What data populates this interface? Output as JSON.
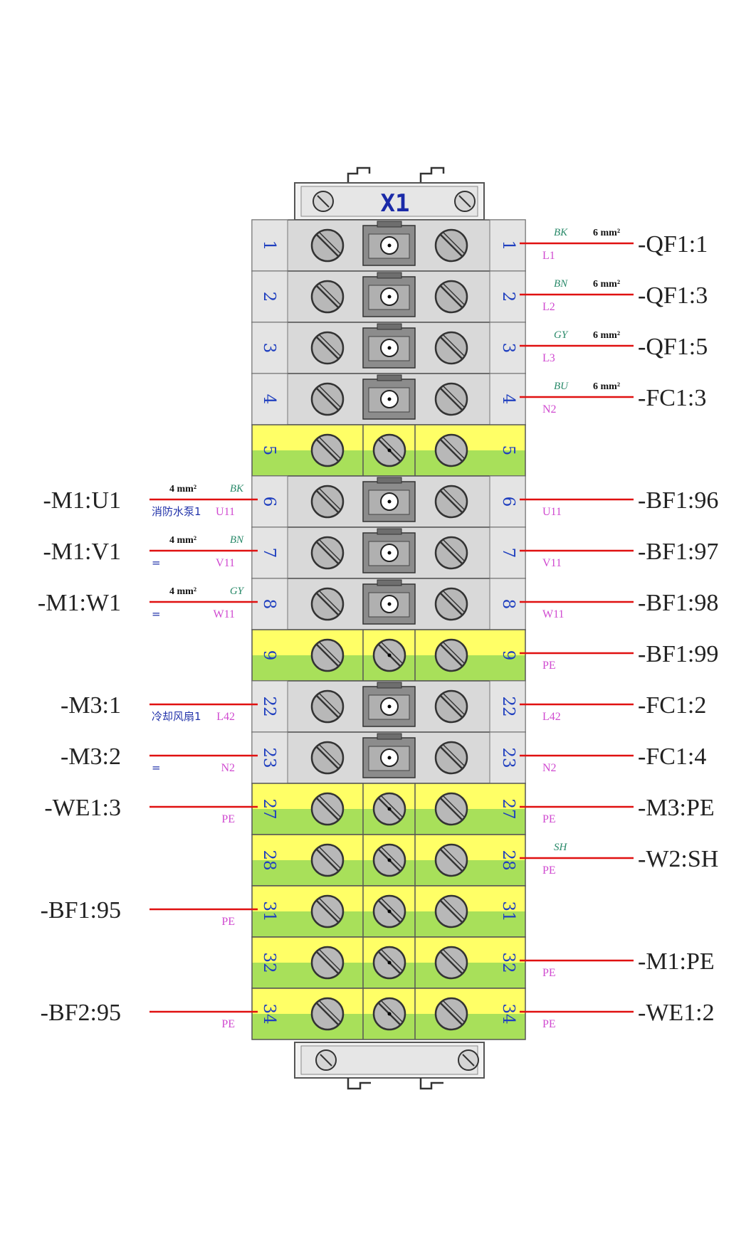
{
  "title": "X1",
  "colors": {
    "wire": "#e01010",
    "grey_block": "#d9d9d9",
    "pe_yellow": "#ffff66",
    "pe_green": "#a8e05a",
    "terminal_number": "#1f3fbf",
    "signal_label": "#d04ad0",
    "wire_color_label": "#2a8a6a",
    "description_label": "#2233aa"
  },
  "terminals": [
    {
      "num": "1",
      "type": "std",
      "right": {
        "ref": "-QF1:1",
        "sig": "L1",
        "color": "BK",
        "section": "6 mm²"
      }
    },
    {
      "num": "2",
      "type": "std",
      "right": {
        "ref": "-QF1:3",
        "sig": "L2",
        "color": "BN",
        "section": "6 mm²"
      }
    },
    {
      "num": "3",
      "type": "std",
      "right": {
        "ref": "-QF1:5",
        "sig": "L3",
        "color": "GY",
        "section": "6 mm²"
      }
    },
    {
      "num": "4",
      "type": "std",
      "right": {
        "ref": "-FC1:3",
        "sig": "N2",
        "color": "BU",
        "section": "6 mm²"
      }
    },
    {
      "num": "5",
      "type": "pe"
    },
    {
      "num": "6",
      "type": "std",
      "left": {
        "ref": "-M1:U1",
        "sig": "U11",
        "color": "BK",
        "section": "4 mm²",
        "desc": "消防水泵1"
      },
      "right": {
        "ref": "-BF1:96",
        "sig": "U11"
      }
    },
    {
      "num": "7",
      "type": "std",
      "left": {
        "ref": "-M1:V1",
        "sig": "V11",
        "color": "BN",
        "section": "4 mm²",
        "desc": "="
      },
      "right": {
        "ref": "-BF1:97",
        "sig": "V11"
      }
    },
    {
      "num": "8",
      "type": "std",
      "left": {
        "ref": "-M1:W1",
        "sig": "W11",
        "color": "GY",
        "section": "4 mm²",
        "desc": "="
      },
      "right": {
        "ref": "-BF1:98",
        "sig": "W11"
      }
    },
    {
      "num": "9",
      "type": "pe",
      "right": {
        "ref": "-BF1:99",
        "sig": "PE"
      }
    },
    {
      "num": "22",
      "type": "std",
      "left": {
        "ref": "-M3:1",
        "sig": "L42",
        "desc": "冷却风扇1"
      },
      "right": {
        "ref": "-FC1:2",
        "sig": "L42"
      }
    },
    {
      "num": "23",
      "type": "std",
      "left": {
        "ref": "-M3:2",
        "sig": "N2",
        "desc": "="
      },
      "right": {
        "ref": "-FC1:4",
        "sig": "N2"
      }
    },
    {
      "num": "27",
      "type": "pe",
      "left": {
        "ref": "-WE1:3",
        "sig": "PE"
      },
      "right": {
        "ref": "-M3:PE",
        "sig": "PE"
      }
    },
    {
      "num": "28",
      "type": "pe",
      "right": {
        "ref": "-W2:SH",
        "sig": "PE",
        "color": "SH"
      }
    },
    {
      "num": "31",
      "type": "pe",
      "left": {
        "ref": "-BF1:95",
        "sig": "PE"
      }
    },
    {
      "num": "32",
      "type": "pe",
      "right": {
        "ref": "-M1:PE",
        "sig": "PE"
      }
    },
    {
      "num": "34",
      "type": "pe",
      "left": {
        "ref": "-BF2:95",
        "sig": "PE"
      },
      "right": {
        "ref": "-WE1:2",
        "sig": "PE"
      }
    }
  ]
}
